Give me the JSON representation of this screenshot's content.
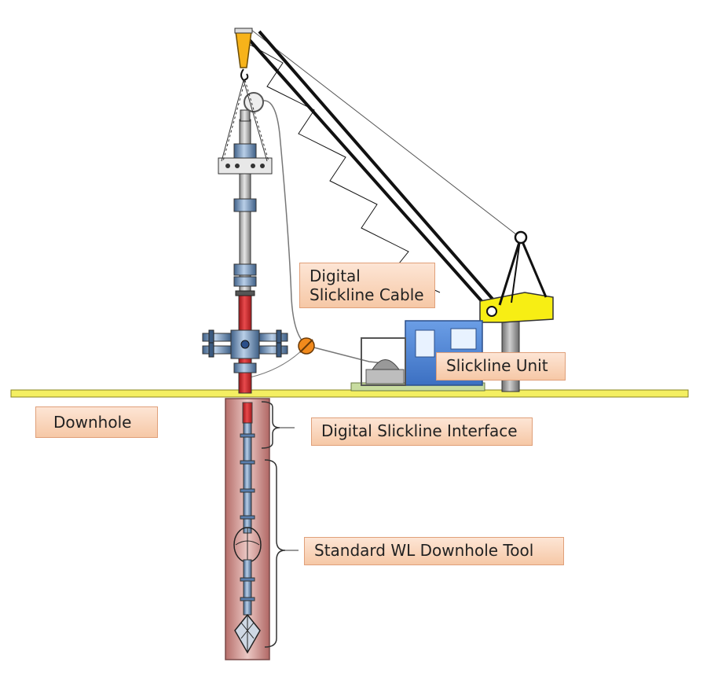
{
  "labels": {
    "cable_line1": "Digital",
    "cable_line2": "Slickline Cable",
    "slickline_unit": "Slickline Unit",
    "downhole": "Downhole",
    "interface": "Digital Slickline Interface",
    "standard_tool": "Standard WL Downhole Tool"
  },
  "colors": {
    "ground": "#f4ef62",
    "crane_yellow": "#f7ee14",
    "label_fill": "#f8d2b8",
    "unit_blue": "#4f86d6",
    "pipe_red": "#d8282c",
    "well_brown": "#c98a86"
  }
}
